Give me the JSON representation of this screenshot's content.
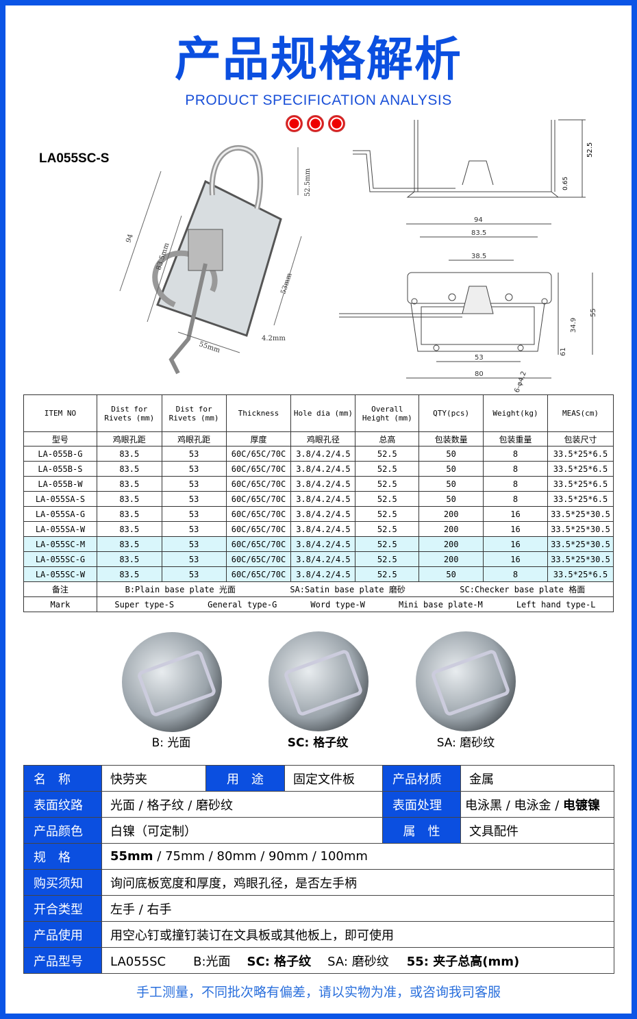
{
  "title": "产品规格解析",
  "subtitle": "PRODUCT SPECIFICATION ANALYSIS",
  "model": "LA055SC-S",
  "dims": {
    "d94": "94",
    "d835": "83.5mm",
    "d525": "52.5mm",
    "d53": "53mm",
    "d55": "55mm",
    "d42": "4.2mm",
    "s525": "52.5",
    "s065": "0.65",
    "t94": "94",
    "t835": "83.5",
    "t385": "38.5",
    "t55": "55",
    "t349": "34.9",
    "t61": "61",
    "t53": "53",
    "t80": "80",
    "t42": "6-φ4.2"
  },
  "spec": {
    "headers": [
      "ITEM NO",
      "Dist for Rivets (mm)",
      "Dist for Rivets (mm)",
      "Thickness",
      "Hole dia (mm)",
      "Overall Height (mm)",
      "QTY(pcs)",
      "Weight(kg)",
      "MEAS(cm)"
    ],
    "headers_cn": [
      "型号",
      "鸡眼孔距",
      "鸡眼孔距",
      "厚度",
      "鸡眼孔径",
      "总高",
      "包装数量",
      "包装重量",
      "包装尺寸"
    ],
    "rows": [
      [
        "LA-055B-G",
        "83.5",
        "53",
        "60C/65C/70C",
        "3.8/4.2/4.5",
        "52.5",
        "50",
        "8",
        "33.5*25*6.5"
      ],
      [
        "LA-055B-S",
        "83.5",
        "53",
        "60C/65C/70C",
        "3.8/4.2/4.5",
        "52.5",
        "50",
        "8",
        "33.5*25*6.5"
      ],
      [
        "LA-055B-W",
        "83.5",
        "53",
        "60C/65C/70C",
        "3.8/4.2/4.5",
        "52.5",
        "50",
        "8",
        "33.5*25*6.5"
      ],
      [
        "LA-055SA-S",
        "83.5",
        "53",
        "60C/65C/70C",
        "3.8/4.2/4.5",
        "52.5",
        "50",
        "8",
        "33.5*25*6.5"
      ],
      [
        "LA-055SA-G",
        "83.5",
        "53",
        "60C/65C/70C",
        "3.8/4.2/4.5",
        "52.5",
        "200",
        "16",
        "33.5*25*30.5"
      ],
      [
        "LA-055SA-W",
        "83.5",
        "53",
        "60C/65C/70C",
        "3.8/4.2/4.5",
        "52.5",
        "200",
        "16",
        "33.5*25*30.5"
      ],
      [
        "LA-055SC-M",
        "83.5",
        "53",
        "60C/65C/70C",
        "3.8/4.2/4.5",
        "52.5",
        "200",
        "16",
        "33.5*25*30.5"
      ],
      [
        "LA-055SC-G",
        "83.5",
        "53",
        "60C/65C/70C",
        "3.8/4.2/4.5",
        "52.5",
        "200",
        "16",
        "33.5*25*30.5"
      ],
      [
        "LA-055SC-W",
        "83.5",
        "53",
        "60C/65C/70C",
        "3.8/4.2/4.5",
        "52.5",
        "50",
        "8",
        "33.5*25*6.5"
      ]
    ],
    "note_label": "备注",
    "note": [
      "B:Plain base plate 光面",
      "SA:Satin base plate 磨砂",
      "SC:Checker base plate 格面"
    ],
    "mark_label": "Mark",
    "marks": [
      "Super type-S",
      "General type-G",
      "Word type-W",
      "Mini base plate-M",
      "Left hand type-L"
    ]
  },
  "photos": [
    {
      "label": "B: 光面"
    },
    {
      "label": "SC: 格子纹"
    },
    {
      "label": "SA: 磨砂纹"
    }
  ],
  "info": {
    "name_k": "名　称",
    "name_v": "快劳夹",
    "use_k": "用　途",
    "use_v": "固定文件板",
    "mat_k": "产品材质",
    "mat_v": "金属",
    "tex_k": "表面纹路",
    "tex_v": "光面 / 格子纹 / 磨砂纹",
    "surf_k": "表面处理",
    "surf_v1": "电泳黑 / 电泳金 / ",
    "surf_v2": "电镀镍",
    "color_k": "产品颜色",
    "color_v": "白镍（可定制）",
    "attr_k": "属　性",
    "attr_v": "文具配件",
    "size_k": "规　格",
    "size_v1": "55mm",
    "size_v2": " / 75mm / 80mm / 90mm / 100mm",
    "buy_k": "购买须知",
    "buy_v": "询问底板宽度和厚度，鸡眼孔径，是否左手柄",
    "open_k": "开合类型",
    "open_v": "左手 / 右手",
    "usage_k": "产品使用",
    "usage_v": "用空心钉或撞钉装订在文具板或其他板上，即可使用",
    "model_k": "产品型号",
    "m1": "LA055SC",
    "m2": "B:光面",
    "m3": "SC: 格子纹",
    "m4": "SA: 磨砂纹",
    "m5": "55: 夹子总高(mm)"
  },
  "footer": "手工测量，不同批次略有偏差，请以实物为准，或咨询我司客服",
  "colors": {
    "brand": "#0b4fe0",
    "highlight": "#d9f6fb"
  }
}
